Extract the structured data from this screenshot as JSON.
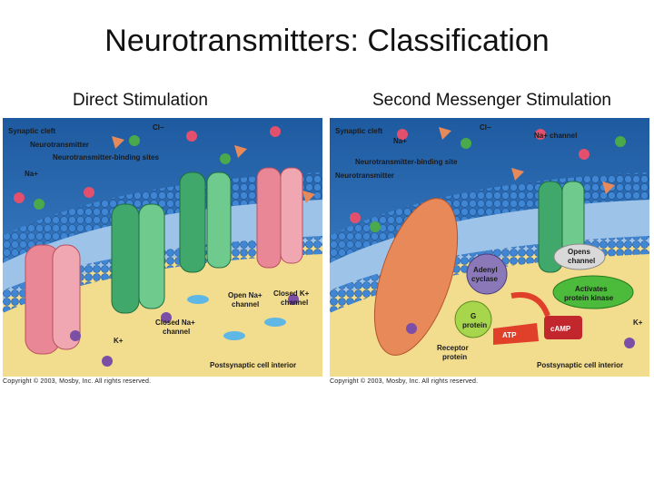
{
  "title": "Neurotransmitters: Classification",
  "left_panel": {
    "heading": "Direct Stimulation",
    "labels": {
      "synaptic_cleft": "Synaptic cleft",
      "cl": "Cl−",
      "neurotransmitter": "Neurotransmitter",
      "binding_sites": "Neurotransmitter-binding sites",
      "na": "Na+",
      "open_na": "Open Na+",
      "channel1": "channel",
      "closed_k": "Closed K+",
      "channel2": "channel",
      "closed_na": "Closed Na+",
      "channel3": "channel",
      "k": "K+",
      "interior": "Postsynaptic cell interior"
    },
    "copyright": "Copyright © 2003, Mosby, Inc. All rights reserved."
  },
  "right_panel": {
    "heading": "Second Messenger Stimulation",
    "labels": {
      "synaptic_cleft": "Synaptic cleft",
      "cl": "Cl−",
      "na": "Na+",
      "na_channel": "Na+ channel",
      "binding_site": "Neurotransmitter-binding site",
      "neurotransmitter": "Neurotransmitter",
      "opens": "Opens",
      "opens_channel": "channel",
      "adenyl": "Adenyl",
      "cyclase": "cyclase",
      "activates": "Activates",
      "protein_kinase": "protein kinase",
      "g": "G",
      "protein": "protein",
      "atp": "ATP",
      "camp": "cAMP",
      "k": "K+",
      "receptor": "Receptor",
      "receptor_protein": "protein",
      "interior": "Postsynaptic cell interior"
    },
    "copyright": "Copyright © 2003, Mosby, Inc. All rights reserved."
  },
  "colors": {
    "cleft_blue": "#2a6fb8",
    "membrane_head": "#3f86d4",
    "interior_yellow": "#f2dc8e",
    "channel_pink": "#e98796",
    "channel_green": "#3fa86a",
    "receptor_orange": "#e8895a",
    "kinase_green": "#4cbb3c",
    "atp_red": "#e0402a"
  }
}
